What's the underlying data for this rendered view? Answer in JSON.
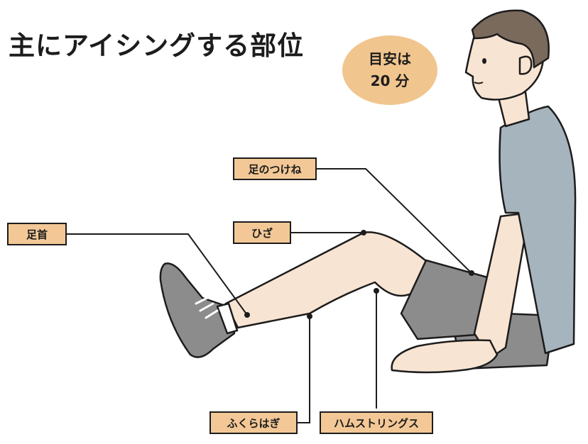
{
  "title": "主にアイシングする部位",
  "badge": {
    "line1": "目安は",
    "line2": "20 分"
  },
  "labels": {
    "groin": "足のつけね",
    "knee": "ひざ",
    "ankle": "足首",
    "calf": "ふくらはぎ",
    "hamstrings": "ハムストリングス"
  },
  "colors": {
    "label_fill": "#f3c896",
    "badge_fill": "#f1c58e",
    "skin": "#f8e4d2",
    "shirt": "#a6b4bd",
    "shorts": "#8c8c8c",
    "hair": "#7a6a5c"
  }
}
